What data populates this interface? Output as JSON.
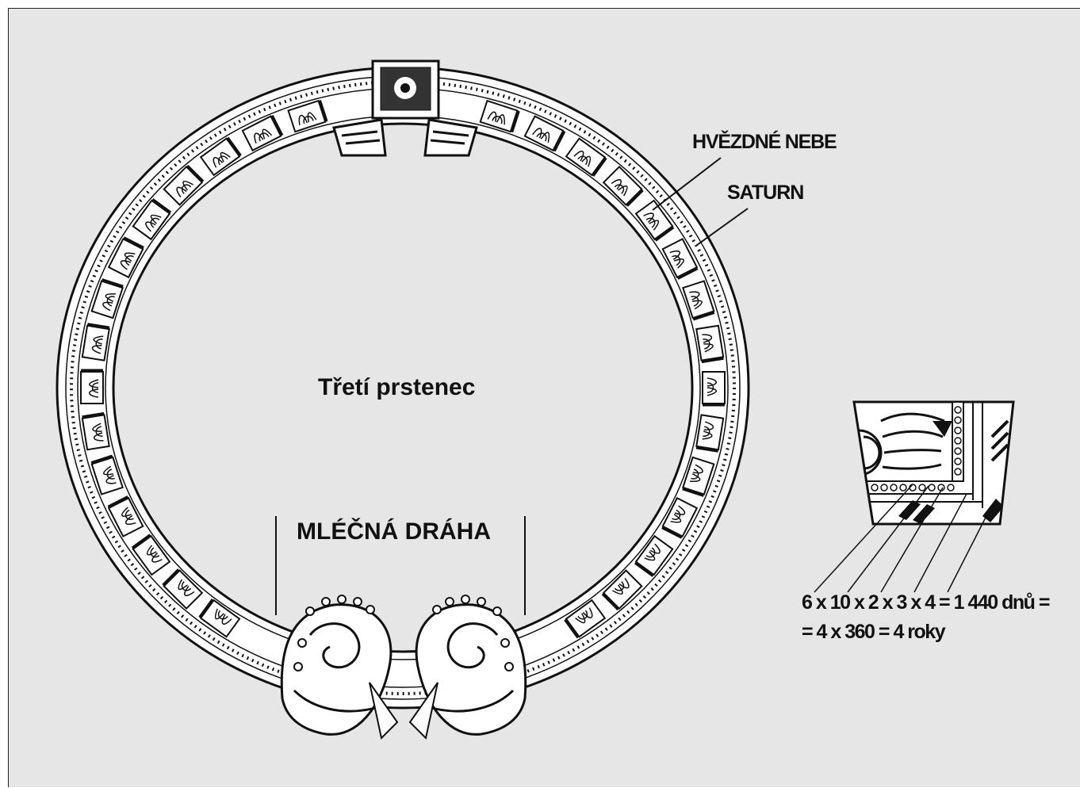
{
  "labels": {
    "starry_sky": "HVĚZDNÉ NEBE",
    "saturn": "SATURN",
    "third_ring": "Třetí prstenec",
    "milky_way": "MLÉČNÁ DRÁHA",
    "formula_line1": "6 x 10 x 2 x 3 x 4 = 1 440 dnů =",
    "formula_line2": "= 4 x 360 = 4 roky"
  },
  "colors": {
    "background": "#e6e6e6",
    "ink": "#111111",
    "glyph_fill": "#ffffff"
  },
  "icons": {
    "ring": "calendar-stone-ring-icon",
    "glyph": "sun-glyph-icon",
    "serpent": "fire-serpent-heads-icon"
  }
}
